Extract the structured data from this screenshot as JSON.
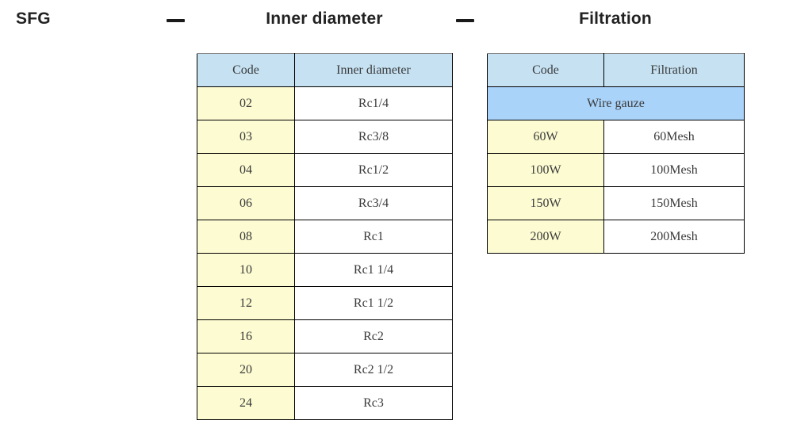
{
  "header": {
    "model": "SFG",
    "inner_diameter_title": "Inner diameter",
    "filtration_title": "Filtration"
  },
  "inner_diameter_table": {
    "columns": [
      "Code",
      "Inner diameter"
    ],
    "rows": [
      [
        "02",
        "Rc1/4"
      ],
      [
        "03",
        "Rc3/8"
      ],
      [
        "04",
        "Rc1/2"
      ],
      [
        "06",
        "Rc3/4"
      ],
      [
        "08",
        "Rc1"
      ],
      [
        "10",
        "Rc1 1/4"
      ],
      [
        "12",
        "Rc1 1/2"
      ],
      [
        "16",
        "Rc2"
      ],
      [
        "20",
        "Rc2 1/2"
      ],
      [
        "24",
        "Rc3"
      ]
    ]
  },
  "filtration_table": {
    "columns": [
      "Code",
      "Filtration"
    ],
    "group_header": "Wire gauze",
    "rows": [
      [
        "60W",
        "60Mesh"
      ],
      [
        "100W",
        "100Mesh"
      ],
      [
        "150W",
        "150Mesh"
      ],
      [
        "200W",
        "200Mesh"
      ]
    ]
  },
  "colors": {
    "column_header_bg": "#c5e1f2",
    "group_header_bg": "#aad3fa",
    "code_cell_bg": "#fcfbd2",
    "value_cell_bg": "#ffffff",
    "table_border": "#000000",
    "table_text": "#3b3b3b",
    "title_text": "#222222"
  }
}
